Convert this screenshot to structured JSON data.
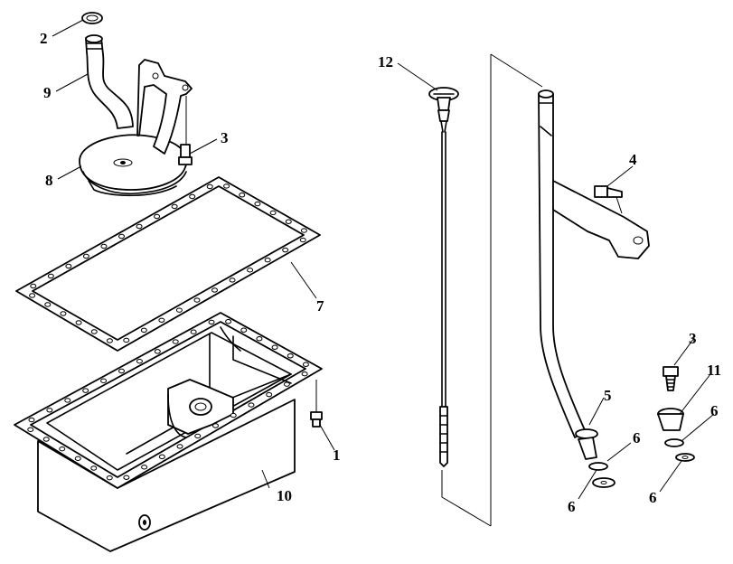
{
  "callouts": {
    "c1": "1",
    "c2": "2",
    "c3a": "3",
    "c3b": "3",
    "c4": "4",
    "c5": "5",
    "c6a": "6",
    "c6b": "6",
    "c6c": "6",
    "c6d": "6",
    "c7": "7",
    "c8": "8",
    "c9": "9",
    "c10": "10",
    "c11": "11",
    "c12": "12"
  },
  "parts": {
    "1": "drain-plug",
    "2": "o-ring",
    "3": "bolt",
    "4": "bracket-bolt",
    "5": "dipstick-tube",
    "6": "washer",
    "7": "oil-pan-gasket",
    "8": "oil-strainer",
    "9": "suction-pipe",
    "10": "oil-pan",
    "11": "adapter",
    "12": "dipstick"
  }
}
